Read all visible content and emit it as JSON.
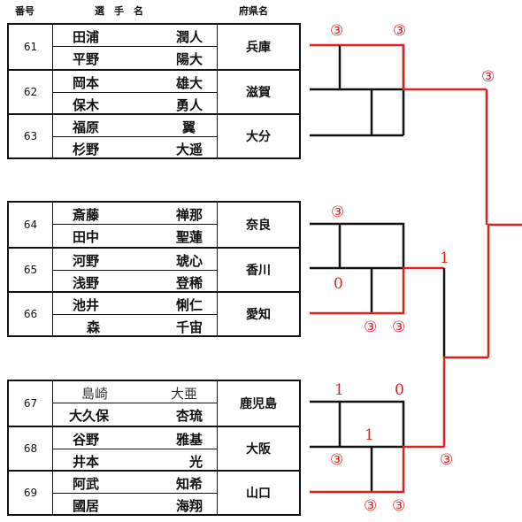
{
  "header": {
    "number": "番号",
    "name": "選　手　名",
    "prefecture": "府県名"
  },
  "blocks": [
    {
      "groups": [
        {
          "number": "61",
          "prefecture": "兵庫",
          "players": [
            {
              "surname": "田浦",
              "given": "潤人"
            },
            {
              "surname": "平野",
              "given": "陽大"
            }
          ]
        },
        {
          "number": "62",
          "prefecture": "滋賀",
          "players": [
            {
              "surname": "岡本",
              "given": "雄大"
            },
            {
              "surname": "保木",
              "given": "勇人"
            }
          ]
        },
        {
          "number": "63",
          "prefecture": "大分",
          "players": [
            {
              "surname": "福原",
              "given": "翼"
            },
            {
              "surname": "杉野",
              "given": "大遥"
            }
          ]
        }
      ]
    },
    {
      "groups": [
        {
          "number": "64",
          "prefecture": "奈良",
          "players": [
            {
              "surname": "斎藤",
              "given": "禅那"
            },
            {
              "surname": "田中",
              "given": "聖蓮"
            }
          ]
        },
        {
          "number": "65",
          "prefecture": "香川",
          "players": [
            {
              "surname": "河野",
              "given": "琥心"
            },
            {
              "surname": "浅野",
              "given": "登稀"
            }
          ]
        },
        {
          "number": "66",
          "prefecture": "愛知",
          "players": [
            {
              "surname": "池井",
              "given": "悧仁"
            },
            {
              "surname": "森",
              "given": "千宙"
            }
          ]
        }
      ]
    },
    {
      "groups": [
        {
          "number": "67",
          "prefecture": "鹿児島",
          "players": [
            {
              "surname": "島崎",
              "given": "大亜"
            },
            {
              "surname": "大久保",
              "given": "杏琉"
            }
          ]
        },
        {
          "number": "68",
          "prefecture": "大阪",
          "players": [
            {
              "surname": "谷野",
              "given": "雅基"
            },
            {
              "surname": "井本",
              "given": "光"
            }
          ]
        },
        {
          "number": "69",
          "prefecture": "山口",
          "players": [
            {
              "surname": "阿武",
              "given": "知希"
            },
            {
              "surname": "國居",
              "given": "海翔"
            }
          ]
        }
      ]
    }
  ],
  "scores": [
    "③",
    "③",
    "③",
    "③",
    "0",
    "③",
    "③",
    "1",
    "1",
    "0",
    "1",
    "③",
    "③",
    "③",
    "③"
  ],
  "colors": {
    "win_line": "#dd2222",
    "line": "#111111"
  }
}
